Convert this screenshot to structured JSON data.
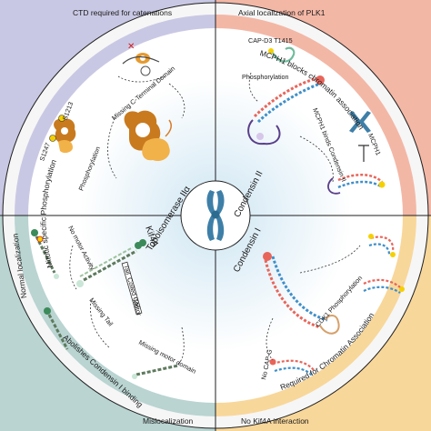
{
  "colors": {
    "topo_band": "#c9c8e4",
    "condensin2_band": "#f3b7a6",
    "kif4a_band": "#b9d4d1",
    "condensin1_band": "#f8d79a",
    "quadrant_fill": "#dcedf6",
    "chromosome": "#3e7fa8",
    "divider": "#1f1f1f"
  },
  "corners": {
    "top_left": "CTD required for catenations",
    "top_right": "Axial localization of PLK1",
    "bottom_left": "Mislocalization",
    "bottom_right": "No Kif4A interaction"
  },
  "ring_labels": {
    "topo": "Mitotic specific Phosphorylation",
    "condensin2": "MCPH1 blocks chromatin association",
    "kif4a_top": "Normal localization",
    "kif4a_bottom": "Abolishes Condensin I binding",
    "condensin1": "Required for Chromatin Association"
  },
  "quadrants": {
    "topo": {
      "title": "Topoisomerase IIα",
      "missing_ctd": "Missing C-Terminal Domain",
      "phosphorylation": "Phosphorylation",
      "s1213": "S1213",
      "s1247": "S1247"
    },
    "condensin2": {
      "title": "Condensin II",
      "capd3": "CAP-D3 T1415",
      "phosphorylation": "Phosphorylation",
      "mcph1_binds": "MCPH1 binds Condensin II",
      "mcph1": "MCPH1"
    },
    "kif4a": {
      "title": "Kif4A",
      "no_motor": "No motor Activity",
      "tail": "Tail",
      "coiled_coil": "Coiled Coil",
      "motor": "Motor",
      "missing_tail": "Missing Tail",
      "missing_motor": "Missing motor domain"
    },
    "condensin1": {
      "title": "Condensin I",
      "cdk1": "CDK1 Phosphorylation",
      "no_capg": "No CAP-G"
    }
  }
}
